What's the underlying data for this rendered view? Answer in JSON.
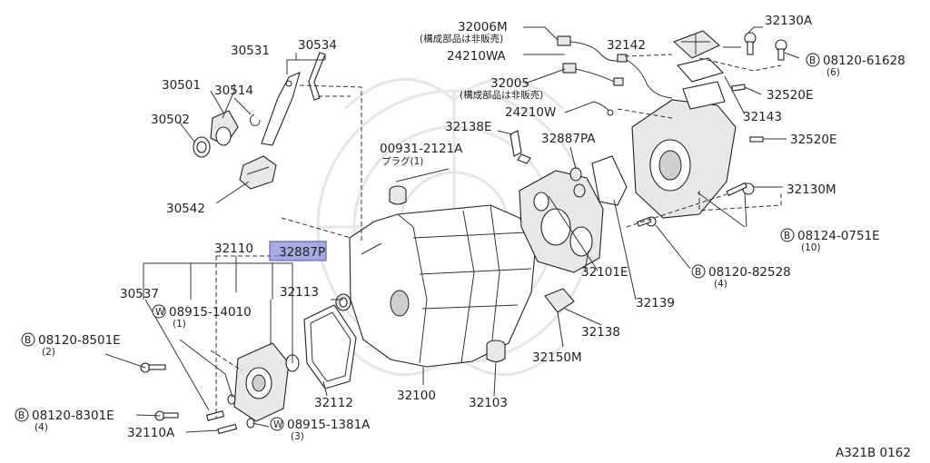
{
  "figure_code": "A321B 0162",
  "highlight_part": "32887P",
  "colors": {
    "highlight": "#8a8fd8",
    "line": "#333333"
  },
  "labels": {
    "p30534": "30534",
    "p30531": "30531",
    "p30501": "30501",
    "p30514": "30514",
    "p30502": "30502",
    "p30542": "30542",
    "p32110": "32110",
    "p32887P": "32887P",
    "p30537": "30537",
    "p08915_14010": "08915-14010",
    "p08915_14010_q": "(1)",
    "p32113": "32113",
    "p08120_8501E": "08120-8501E",
    "p08120_8501E_q": "(2)",
    "p08120_8301E": "08120-8301E",
    "p08120_8301E_q": "(4)",
    "p32110A": "32110A",
    "p08915_1381A": "08915-1381A",
    "p08915_1381A_q": "(3)",
    "p32112": "32112",
    "p32100": "32100",
    "p32103": "32103",
    "p32150M": "32150M",
    "p32138": "32138",
    "p32139": "32139",
    "p32101E": "32101E",
    "p08120_82528": "08120-82528",
    "p08120_82528_q": "(4)",
    "p32887PA": "32887PA",
    "p00931_2121A": "00931-2121A",
    "p00931_2121A_note": "プラグ(1)",
    "p32138E": "32138E",
    "p24210W": "24210W",
    "p32005": "32005",
    "p32005_note": "(構成部品は非販売)",
    "p24210WA": "24210WA",
    "p32006M": "32006M",
    "p32006M_note": "(構成部品は非販売)",
    "p32142": "32142",
    "p32130A": "32130A",
    "p08120_61628": "08120-61628",
    "p08120_61628_q": "(6)",
    "p32520E_a": "32520E",
    "p32143": "32143",
    "p32520E_b": "32520E",
    "p32130M": "32130M",
    "p08124_0751E": "08124-0751E",
    "p08124_0751E_q": "(10)"
  },
  "bolt_marker": "B",
  "washer_marker": "W"
}
